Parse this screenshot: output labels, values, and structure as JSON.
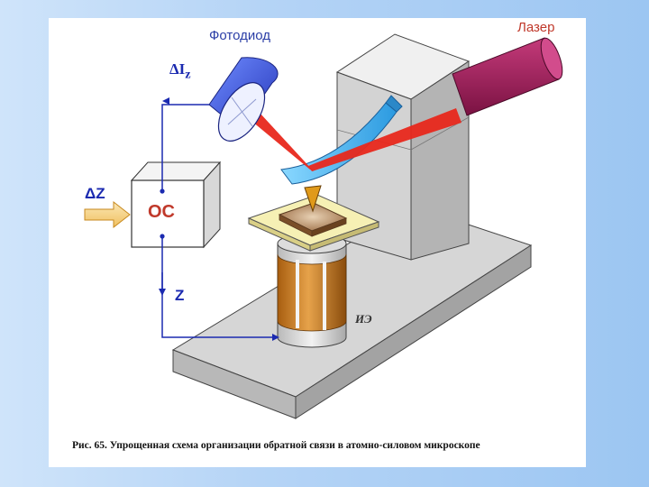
{
  "labels": {
    "photodiode": "Фотодиод",
    "laser": "Лазер",
    "delta_i": "ΔI",
    "delta_i_sub": "z",
    "delta_z": "ΔZ",
    "feedback_block": "ОС",
    "z_signal": "Z",
    "piezo": "ИЭ"
  },
  "caption": "Рис. 65. Упрощенная схема организации обратной связи в атомно-силовом микроскопе",
  "colors": {
    "page_background": "#b5d4f6",
    "signal_lines": "#1b2ab0",
    "laser_beam": "#e8281c",
    "laser_body": "#9e1f5a",
    "photodiode": "#3b5be0",
    "cantilever": "#49b6f0",
    "stage_base": "#c9c9c9",
    "piezo_orange": "#c8781a",
    "feedback_box": "#ffffff",
    "arrow_input": "#f7d58a"
  },
  "icons": {
    "input_arrow": "arrow-right-icon"
  }
}
